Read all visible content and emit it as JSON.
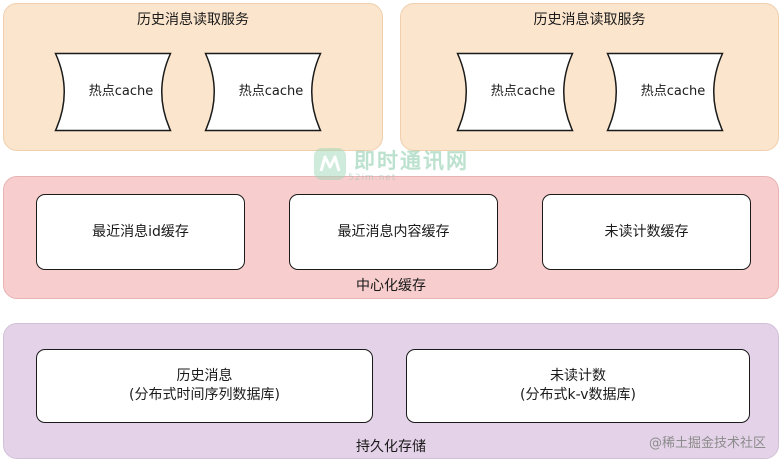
{
  "history_service_left": {
    "title": "历史消息读取服务",
    "caches": [
      "热点cache",
      "热点cache"
    ]
  },
  "history_service_right": {
    "title": "历史消息读取服务",
    "caches": [
      "热点cache",
      "热点cache"
    ]
  },
  "central_cache": {
    "label": "中心化缓存",
    "boxes": [
      "最近消息id缓存",
      "最近消息内容缓存",
      "未读计数缓存"
    ]
  },
  "persistent_storage": {
    "label": "持久化存储",
    "boxes": [
      {
        "line1": "历史消息",
        "line2": "(分布式时间序列数据库)"
      },
      {
        "line1": "未读计数",
        "line2": "(分布式k-v数据库)"
      }
    ]
  },
  "watermark": {
    "name": "即时通讯网",
    "subtitle": "52im.net"
  },
  "source_mark": "@稀土掘金技术社区",
  "colors": {
    "service_fill": "#fbe5cc",
    "central_cache_fill": "#f7cdcd",
    "storage_fill": "#e4d3e8",
    "box_fill": "#ffffff",
    "stroke": "#1a1a1a"
  }
}
